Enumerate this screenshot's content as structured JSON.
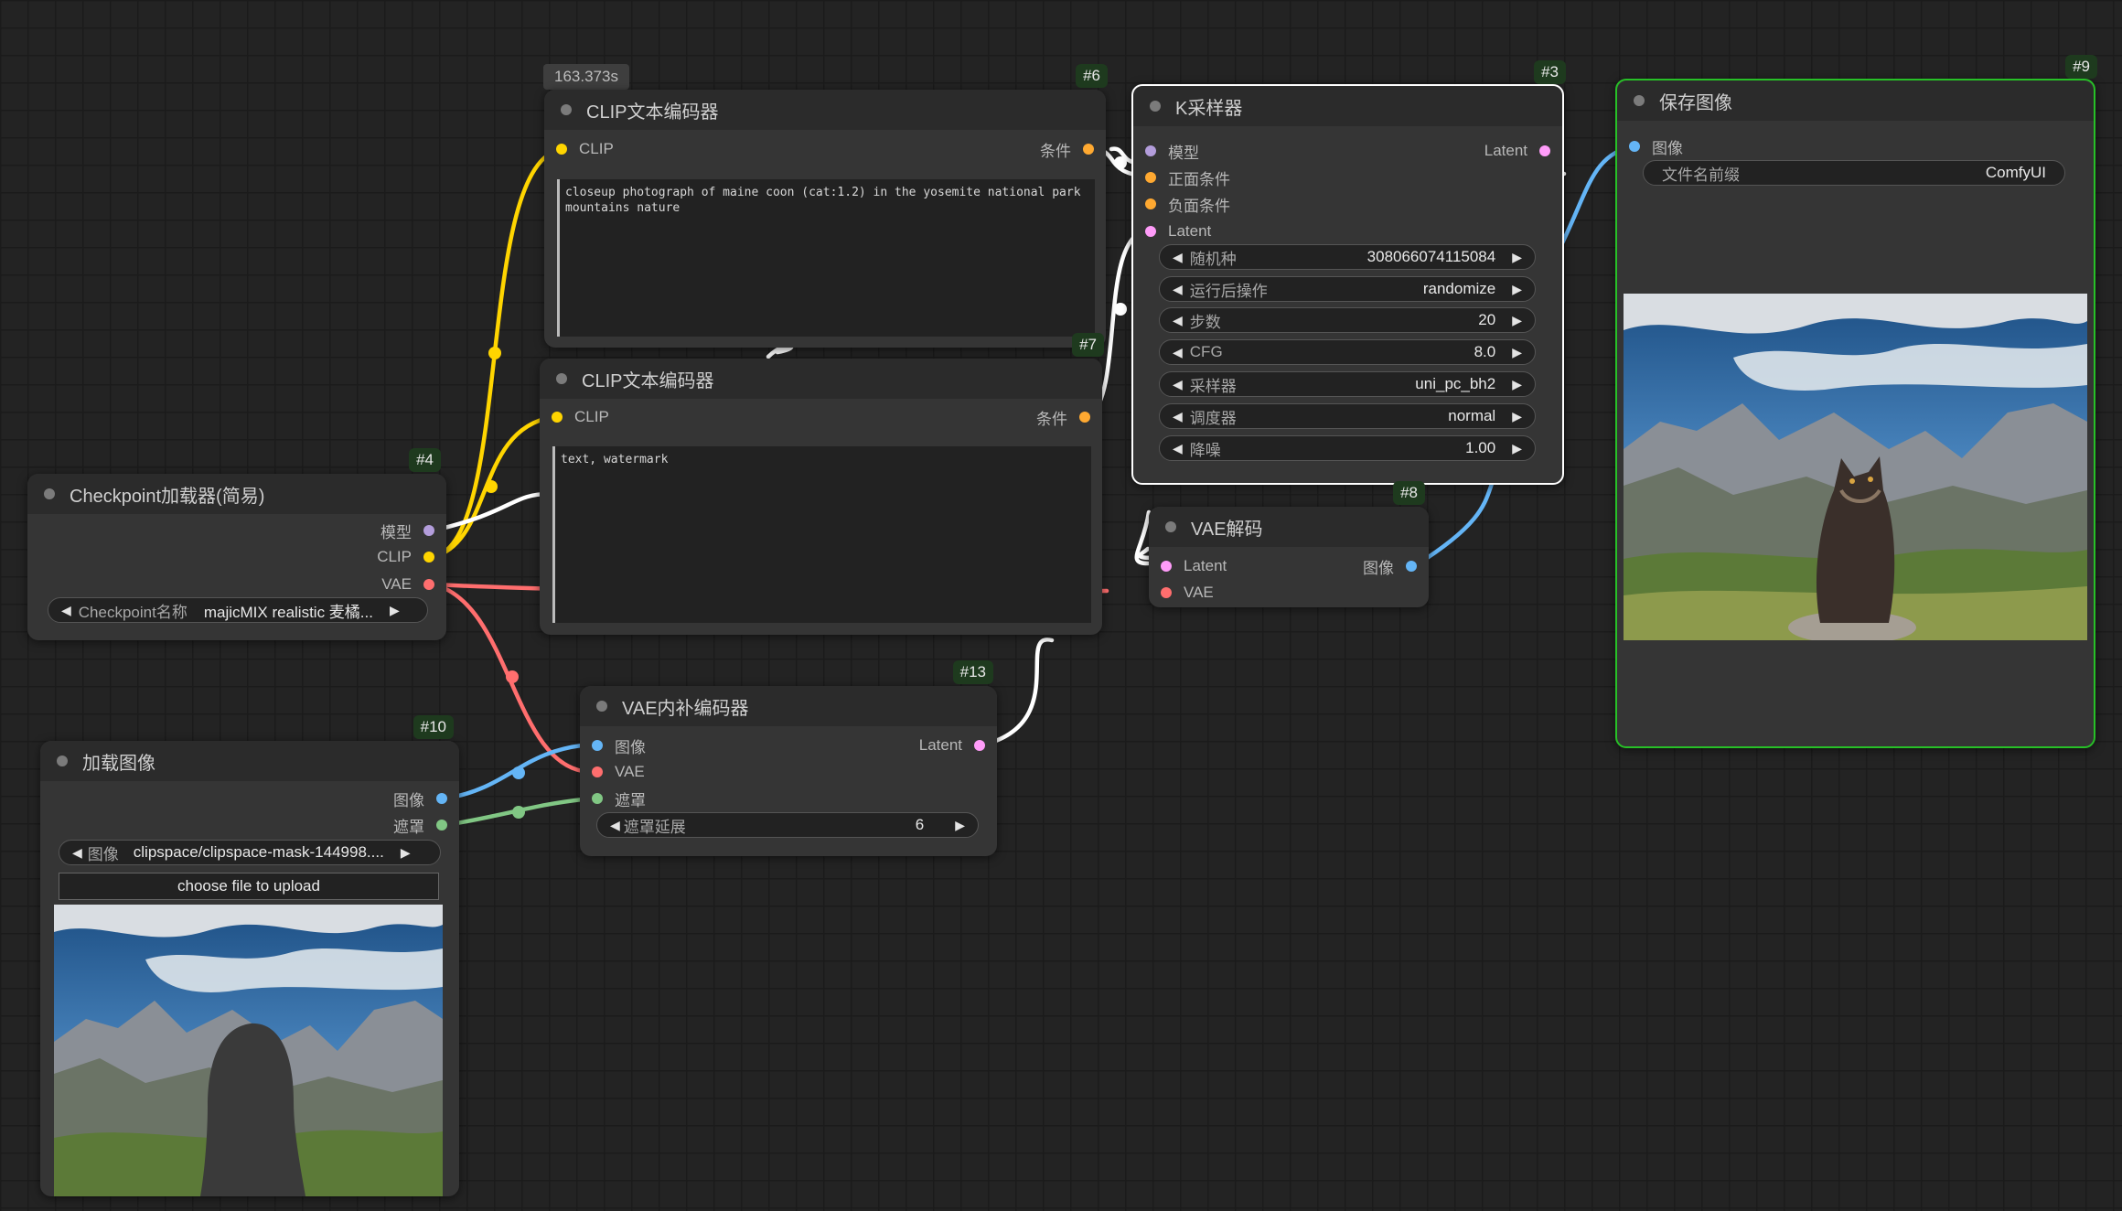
{
  "canvas": {
    "execution_time": "163.373s"
  },
  "colors": {
    "clip": "#ffd500",
    "model": "#b39ddb",
    "vae": "#ff6e6e",
    "latent": "#ff9cf9",
    "image": "#64b5f6",
    "mask": "#81c784",
    "conditioning": "#ffa931",
    "selected_border": "#ffffff",
    "executing_border": "#27c027"
  },
  "nodes": {
    "clip_pos": {
      "id": "#6",
      "title": "CLIP文本编码器",
      "inputs": [
        "CLIP"
      ],
      "outputs": [
        "条件"
      ],
      "text": "closeup photograph of maine coon (cat:1.2) in the yosemite national park mountains nature"
    },
    "clip_neg": {
      "id": "#7",
      "title": "CLIP文本编码器",
      "inputs": [
        "CLIP"
      ],
      "outputs": [
        "条件"
      ],
      "text": "text, watermark"
    },
    "ksampler": {
      "id": "#3",
      "title": "K采样器",
      "inputs": [
        "模型",
        "正面条件",
        "负面条件",
        "Latent"
      ],
      "outputs": [
        "Latent"
      ],
      "widgets": [
        {
          "label": "随机种",
          "value": "308066074115084"
        },
        {
          "label": "运行后操作",
          "value": "randomize"
        },
        {
          "label": "步数",
          "value": "20"
        },
        {
          "label": "CFG",
          "value": "8.0"
        },
        {
          "label": "采样器",
          "value": "uni_pc_bh2"
        },
        {
          "label": "调度器",
          "value": "normal"
        },
        {
          "label": "降噪",
          "value": "1.00"
        }
      ]
    },
    "save_image": {
      "id": "#9",
      "title": "保存图像",
      "inputs": [
        "图像"
      ],
      "widget": {
        "label": "文件名前缀",
        "value": "ComfyUI"
      }
    },
    "checkpoint": {
      "id": "#4",
      "title": "Checkpoint加载器(简易)",
      "outputs": [
        "模型",
        "CLIP",
        "VAE"
      ],
      "widget": {
        "label": "Checkpoint名称",
        "value": "majicMIX realistic 麦橘..."
      }
    },
    "vae_decode": {
      "id": "#8",
      "title": "VAE解码",
      "inputs": [
        "Latent",
        "VAE"
      ],
      "outputs": [
        "图像"
      ]
    },
    "vae_inpaint": {
      "id": "#13",
      "title": "VAE内补编码器",
      "inputs": [
        "图像",
        "VAE",
        "遮罩"
      ],
      "outputs": [
        "Latent"
      ],
      "widget": {
        "label": "遮罩延展",
        "value": "6"
      }
    },
    "load_image": {
      "id": "#10",
      "title": "加载图像",
      "outputs": [
        "图像",
        "遮罩"
      ],
      "widget": {
        "label": "图像",
        "value": "clipspace/clipspace-mask-144998...."
      },
      "upload_label": "choose file to upload"
    }
  }
}
